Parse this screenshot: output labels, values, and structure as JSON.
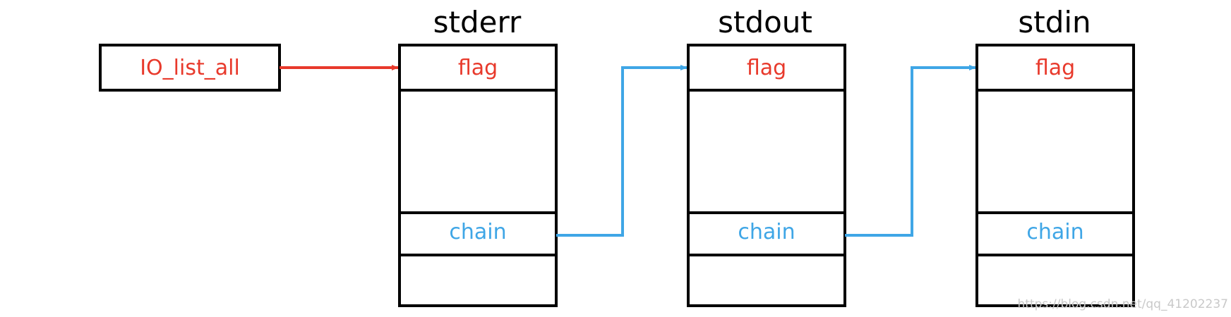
{
  "colors": {
    "pointer_red": "#e8392b",
    "chain_blue": "#3fa6e6",
    "outline": "#000000"
  },
  "head": {
    "label": "IO_list_all"
  },
  "structs": [
    {
      "name": "stderr",
      "flag_label": "flag",
      "chain_label": "chain"
    },
    {
      "name": "stdout",
      "flag_label": "flag",
      "chain_label": "chain"
    },
    {
      "name": "stdin",
      "flag_label": "flag",
      "chain_label": "chain"
    }
  ],
  "watermark": "https://blog.csdn.net/qq_41202237"
}
